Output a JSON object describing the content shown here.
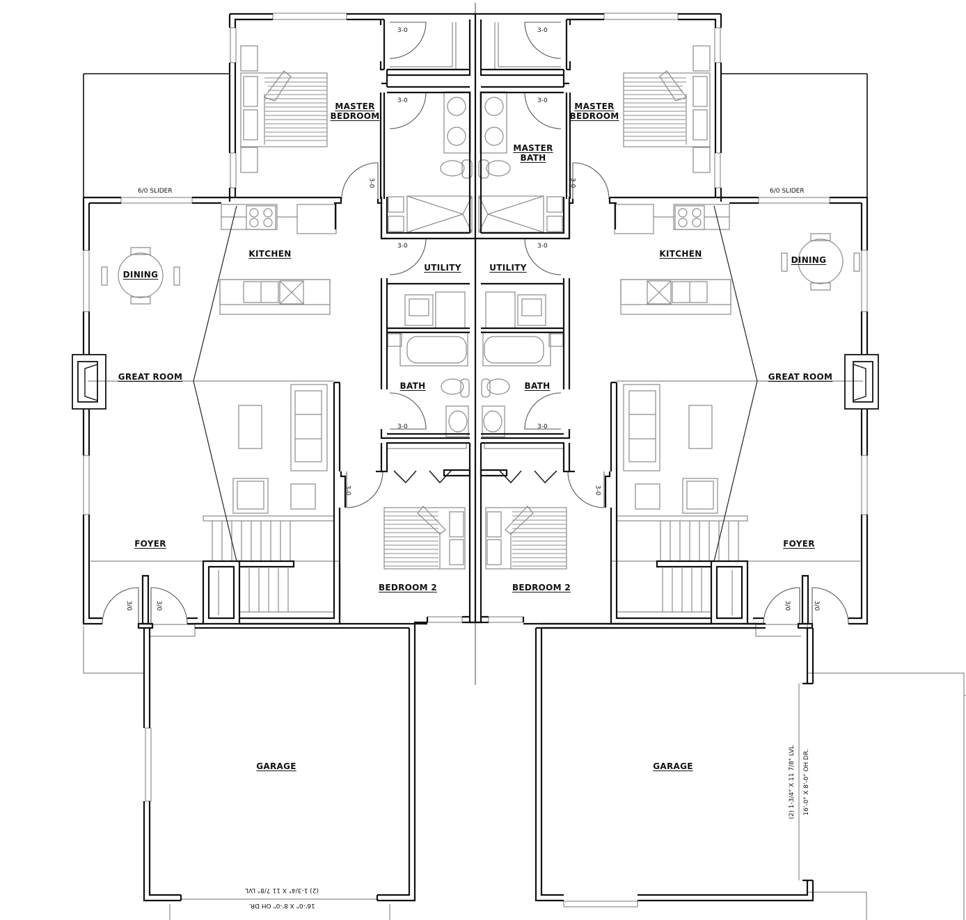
{
  "plan": {
    "title": "Duplex Floor Plan",
    "line_color": "#111111",
    "thin_line_color": "#8a8a8a",
    "background": "#ffffff"
  },
  "units": {
    "left": {
      "rooms": {
        "master_bedroom": "MASTER\nBEDROOM",
        "master_bedroom_line1": "MASTER",
        "master_bedroom_line2": "BEDROOM",
        "kitchen": "KITCHEN",
        "dining": "DINING",
        "great_room": "GREAT ROOM",
        "foyer": "FOYER",
        "utility": "UTILITY",
        "bath": "BATH",
        "bedroom2": "BEDROOM 2",
        "garage": "GARAGE"
      },
      "notes": {
        "slider": "6/0 SLIDER",
        "garage_header_line1": "(2) 1-3/4\" X 11 7/8\" LVL",
        "garage_header_line2": "16'-0\" X 8'-0\" OH DR."
      },
      "doors": {
        "closet": "3-0",
        "master_bath": "3-0",
        "master_bedroom_entry": "3-0",
        "utility": "3-0",
        "bath": "3-0",
        "bedroom2": "3-0",
        "entry_a": "3/0",
        "entry_b": "3/0"
      }
    },
    "right": {
      "rooms": {
        "master_bedroom_line1": "MASTER",
        "master_bedroom_line2": "BEDROOM",
        "master_bath_line1": "MASTER",
        "master_bath_line2": "BATH",
        "kitchen": "KITCHEN",
        "dining": "DINING",
        "great_room": "GREAT ROOM",
        "foyer": "FOYER",
        "utility": "UTILITY",
        "bath": "BATH",
        "bedroom2": "BEDROOM 2",
        "garage": "GARAGE"
      },
      "notes": {
        "slider": "6/0 SLIDER",
        "garage_header_line1": "(2) 1-3/4\" X 11 7/8\" LVL",
        "garage_header_line2": "16'-0\" X 8'-0\" OH DR."
      },
      "doors": {
        "closet": "3-0",
        "master_bath": "3-0",
        "master_bedroom_entry": "3-0",
        "utility": "3-0",
        "bath": "3-0",
        "bedroom2": "3-0",
        "entry_a": "3/0",
        "entry_b": "3/0"
      }
    }
  }
}
